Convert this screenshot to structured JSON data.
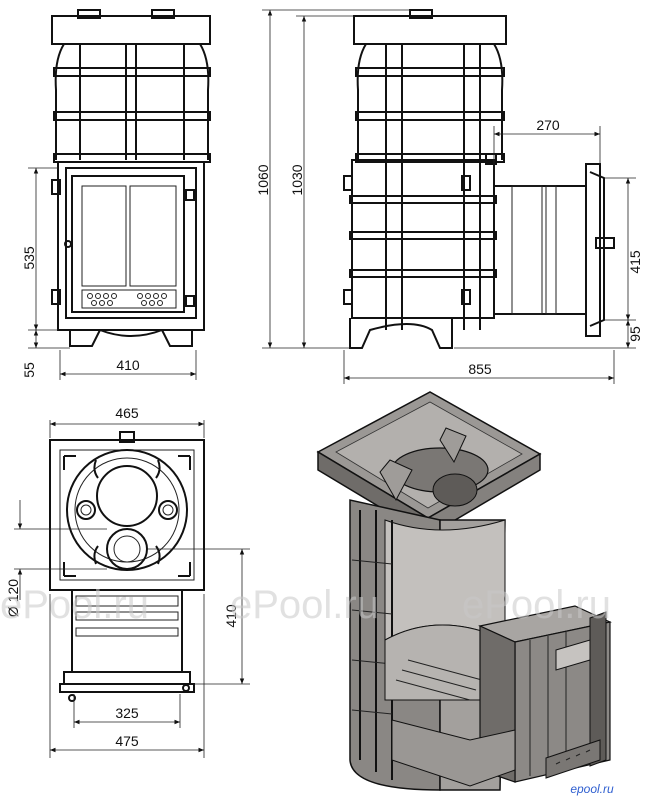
{
  "dimensions": {
    "front_height_door": "535",
    "front_leg_height": "55",
    "front_width": "410",
    "side_total_height": "1060",
    "side_body_height": "1030",
    "side_tunnel_length": "270",
    "side_tunnel_height": "415",
    "side_tunnel_bottom": "95",
    "side_total_length": "855",
    "top_width": "465",
    "top_pipe_diameter": "Ø 120",
    "top_tunnel_length": "410",
    "top_door_width": "325",
    "top_total_width": "475"
  },
  "watermarks": [
    "ePool.ru",
    "ePool.ru",
    "ePool.ru"
  ],
  "logo": "epool.ru",
  "colors": {
    "line": "#111111",
    "dim": "#222222",
    "section_fill": "#8a8784",
    "watermark": "#c9c9c9",
    "logo": "#2f5fd0"
  }
}
